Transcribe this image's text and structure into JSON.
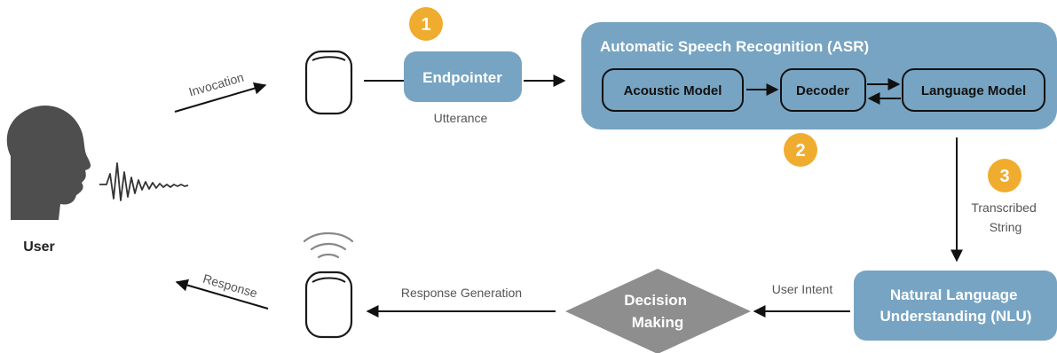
{
  "colors": {
    "box_blue": "#77a4c2",
    "badge_orange": "#f0ac2f",
    "diamond_gray": "#8e8e8e",
    "user_gray": "#4e4e4e",
    "device_stroke": "#1a1a1a",
    "label_gray": "#555555",
    "arrow": "#111111"
  },
  "user": {
    "label": "User"
  },
  "badges": [
    "1",
    "2",
    "3"
  ],
  "flow": {
    "invocation": "Invocation",
    "response": "Response",
    "utterance": "Utterance",
    "response_generation": "Response Generation",
    "user_intent": "User Intent",
    "transcribed_string": [
      "Transcribed",
      "String"
    ]
  },
  "endpointer": {
    "label": "Endpointer"
  },
  "asr": {
    "title": "Automatic Speech Recognition (ASR)",
    "acoustic_model": "Acoustic Model",
    "decoder": "Decoder",
    "language_model": "Language Model"
  },
  "nlu": {
    "lines": [
      "Natural Language",
      "Understanding (NLU)"
    ]
  },
  "decision": {
    "lines": [
      "Decision",
      "Making"
    ]
  },
  "icons": {
    "user": "user-head-icon",
    "wave": "sound-wave-icon",
    "speaker_top": "smart-speaker-icon",
    "speaker_bottom": "smart-speaker-icon",
    "wifi": "wireless-signal-icon"
  }
}
